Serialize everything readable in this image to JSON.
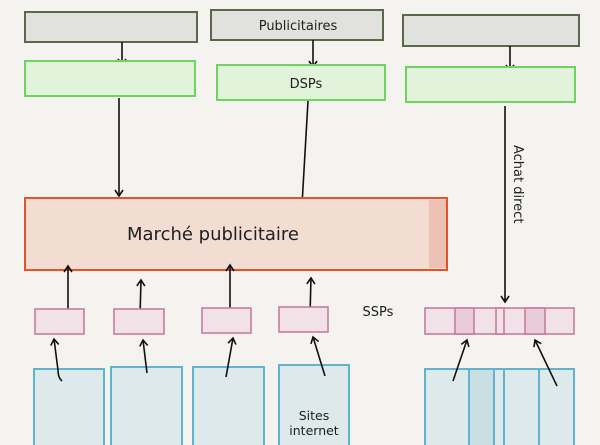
{
  "diagram": {
    "publishers_label": "Publicitaires",
    "dsps_label": "DSPs",
    "market_label": "Marché publicitaire",
    "direct_label": "Achat direct",
    "ssps_label": "SSPs",
    "sites_label_line1": "Sites",
    "sites_label_line2": "internet"
  },
  "colors": {
    "background": "#f4f3ef",
    "publisher": "#5a6a48",
    "dsp": "#6fd35f",
    "market": "#e4542a",
    "ssp": "#c77ca1",
    "site": "#60b3cc"
  }
}
